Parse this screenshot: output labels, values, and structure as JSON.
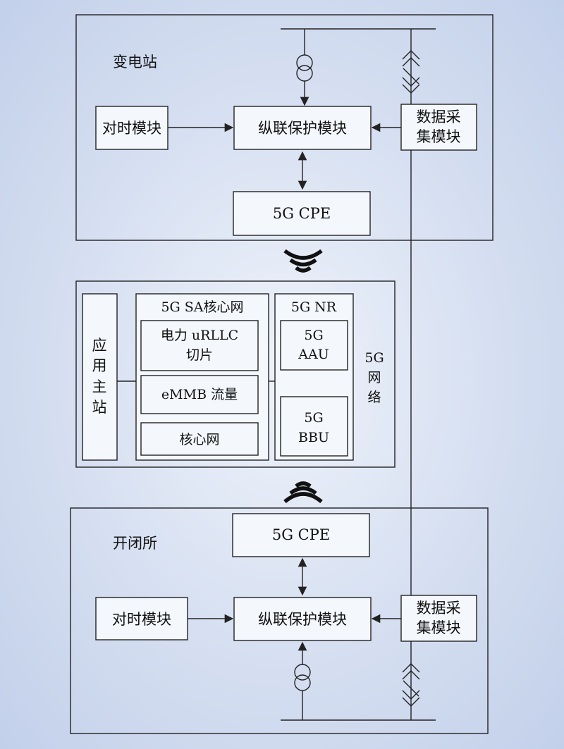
{
  "substation": {
    "title": "变电站",
    "time_module": "对时模块",
    "protection_module": "纵联保护模块",
    "data_acq": [
      "数据采",
      "集模块"
    ],
    "cpe": "5G CPE"
  },
  "network": {
    "app_station": [
      "应",
      "用",
      "主",
      "站"
    ],
    "core_title": "5G SA核心网",
    "slice": [
      "电力 uRLLC",
      "切片"
    ],
    "embb": "eMMB 流量",
    "core_net": "核心网",
    "nr_title": "5G NR",
    "aau": [
      "5G",
      "AAU"
    ],
    "bbu": [
      "5G",
      "BBU"
    ],
    "network_label": [
      "5G",
      "网",
      "络"
    ]
  },
  "switching_station": {
    "title": "开闭所",
    "cpe": "5G CPE",
    "time_module": "对时模块",
    "protection_module": "纵联保护模块",
    "data_acq": [
      "数据采",
      "集模块"
    ]
  },
  "icons": {
    "transformer": "transformer-icon",
    "wireless": "wireless-signal-icon",
    "current_transformer": "current-transformer-icon"
  },
  "colors": {
    "background": "#d3ddf0",
    "box_fill": "#f4f7fc",
    "stroke": "#222222"
  }
}
